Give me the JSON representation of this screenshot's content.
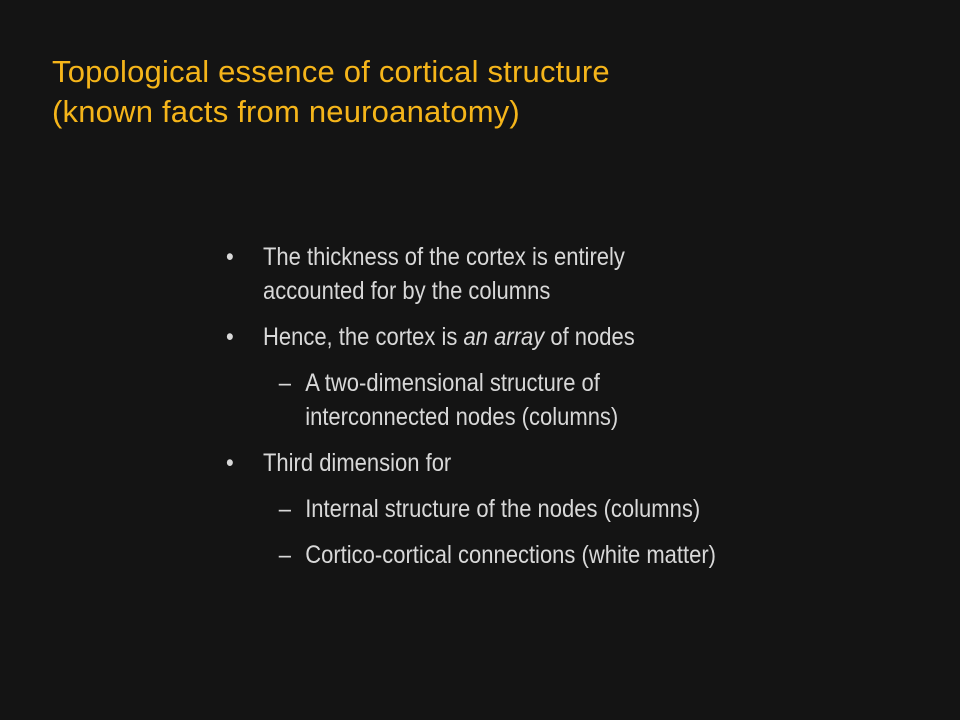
{
  "slide": {
    "title_lines": [
      "Topological essence of cortical structure",
      "(known facts from neuroanatomy)"
    ],
    "bullet_glyph": "•",
    "dash_glyph": "–",
    "items": [
      {
        "level": 1,
        "lines": [
          "The thickness of the cortex is entirely",
          "accounted for by the columns"
        ]
      },
      {
        "level": 1,
        "prefix": "Hence, the cortex is ",
        "emphasis": "an array",
        "suffix": " of nodes"
      },
      {
        "level": 2,
        "lines": [
          "A two-dimensional structure of",
          "interconnected nodes (columns)"
        ]
      },
      {
        "level": 1,
        "lines": [
          "Third dimension for"
        ]
      },
      {
        "level": 2,
        "lines": [
          "Internal structure of the nodes (columns)"
        ]
      },
      {
        "level": 2,
        "lines": [
          "Cortico-cortical connections (white matter)"
        ]
      }
    ]
  },
  "colors": {
    "background": "#141414",
    "title": "#f5b51a",
    "body_text": "#d8d8d8"
  }
}
